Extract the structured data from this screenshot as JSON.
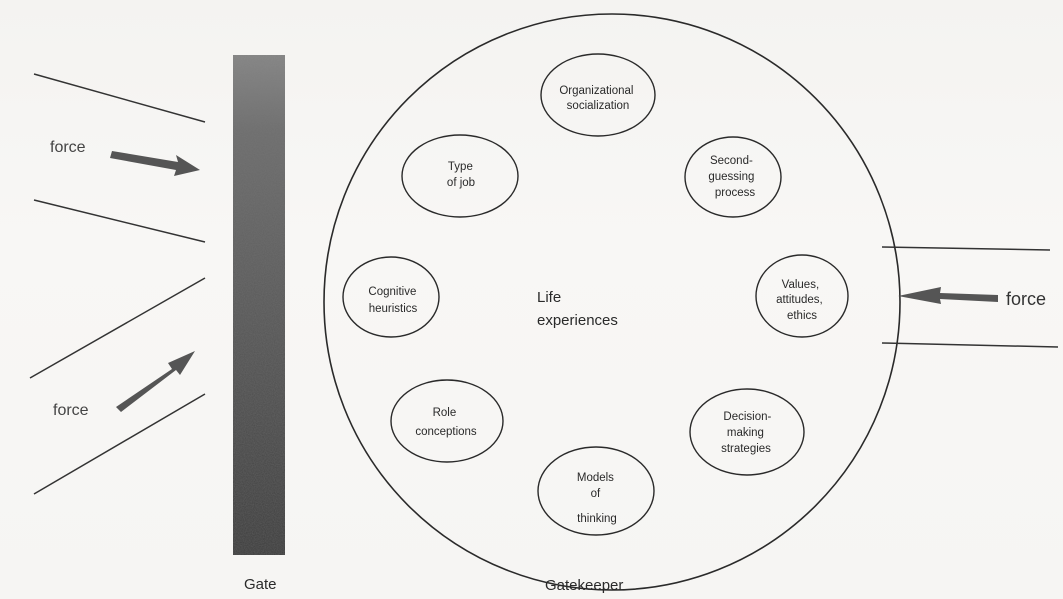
{
  "diagram": {
    "left_forces": [
      {
        "label": "force"
      },
      {
        "label": "force"
      }
    ],
    "right_force": {
      "label": "force"
    },
    "gate_label": "Gate",
    "gatekeeper_label": "Gatekeeper",
    "center_text": [
      "Life",
      "experiences"
    ],
    "ovals": [
      {
        "lines": [
          "Organizational",
          "socialization"
        ]
      },
      {
        "lines": [
          "Second-",
          "guessing",
          "process"
        ]
      },
      {
        "lines": [
          "Values,",
          "attitudes,",
          "ethics"
        ]
      },
      {
        "lines": [
          "Decision-",
          "making",
          "strategies"
        ]
      },
      {
        "lines": [
          "Models",
          "of",
          "thinking"
        ]
      },
      {
        "lines": [
          "Role",
          "conceptions"
        ]
      },
      {
        "lines": [
          "Cognitive",
          "heuristics"
        ]
      },
      {
        "lines": [
          "Type",
          "of job"
        ]
      }
    ]
  }
}
